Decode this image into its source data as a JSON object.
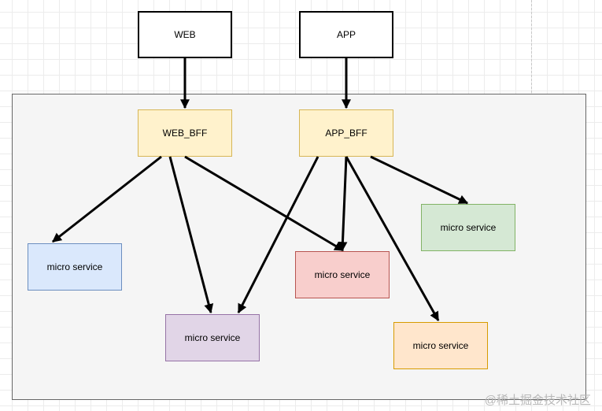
{
  "diagram": {
    "nodes": {
      "web": "WEB",
      "app": "APP",
      "web_bff": "WEB_BFF",
      "app_bff": "APP_BFF",
      "svc_blue": "micro service",
      "svc_purple": "micro service",
      "svc_red": "micro service",
      "svc_green": "micro service",
      "svc_orange": "micro service"
    },
    "edges": [
      {
        "from": "web",
        "to": "web_bff"
      },
      {
        "from": "app",
        "to": "app_bff"
      },
      {
        "from": "web_bff",
        "to": "svc_blue"
      },
      {
        "from": "web_bff",
        "to": "svc_purple"
      },
      {
        "from": "web_bff",
        "to": "svc_red"
      },
      {
        "from": "app_bff",
        "to": "svc_purple"
      },
      {
        "from": "app_bff",
        "to": "svc_red"
      },
      {
        "from": "app_bff",
        "to": "svc_green"
      },
      {
        "from": "app_bff",
        "to": "svc_orange"
      }
    ],
    "colors": {
      "bff_fill": "#fff2cc",
      "blue_fill": "#dae8fc",
      "purple_fill": "#e1d5e7",
      "red_fill": "#f8cecc",
      "green_fill": "#d5e8d4",
      "orange_fill": "#ffe6cc"
    }
  },
  "watermark": "@稀土掘金技术社区"
}
